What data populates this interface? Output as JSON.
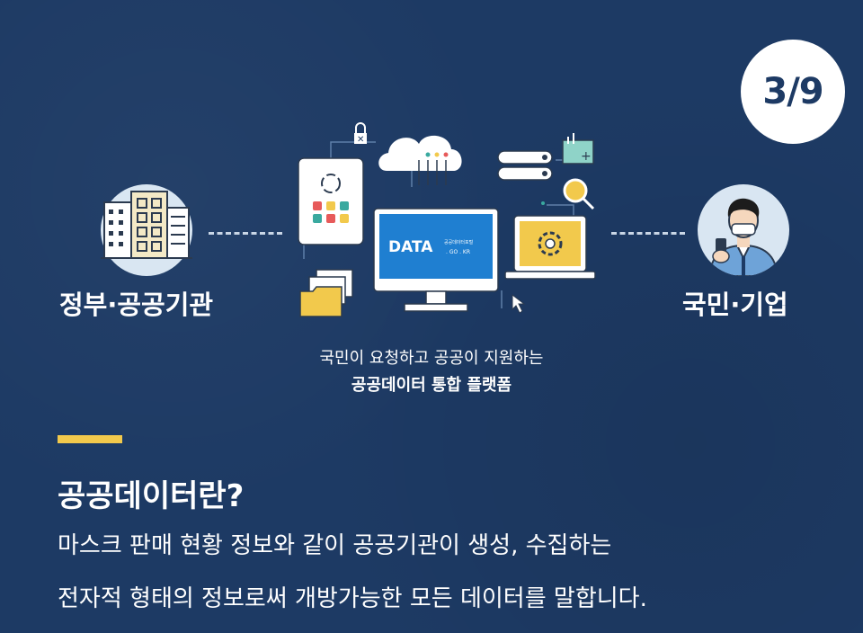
{
  "page_indicator": "3/9",
  "left_node": {
    "label": "정부·공공기관",
    "icon": "building-icon"
  },
  "right_node": {
    "label": "국민·기업",
    "icon": "person-with-phone-icon"
  },
  "monitor": {
    "brand": "DATA",
    "sub_top": "공공데이터포털",
    "sub_bottom": ". GO . KR"
  },
  "caption": {
    "line1": "국민이 요청하고 공공이 지원하는",
    "line2": "공공데이터 통합 플랫폼"
  },
  "section": {
    "heading": "공공데이터란?",
    "body_line1": "마스크 판매 현황 정보와 같이 공공기관이 생성, 수집하는",
    "body_line2": "전자적 형태의 정보로써 개방가능한 모든 데이터를 말합니다."
  },
  "colors": {
    "background": "#1d3a64",
    "accent": "#f2c94c",
    "monitor_screen": "#1f7fd1",
    "text": "#ffffff"
  }
}
